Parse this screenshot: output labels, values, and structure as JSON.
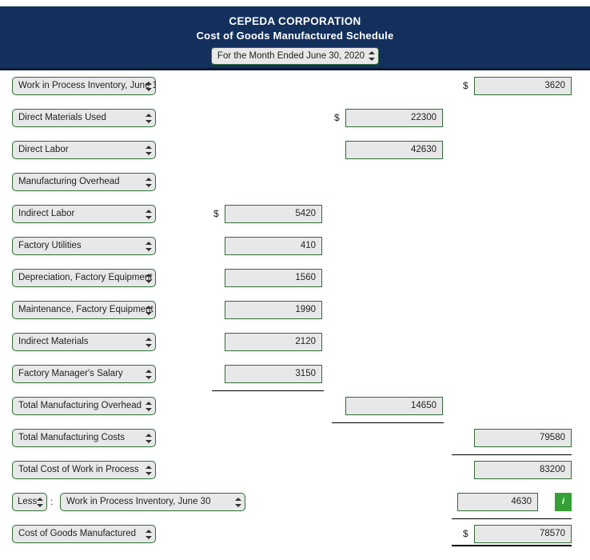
{
  "header": {
    "company": "CEPEDA CORPORATION",
    "schedule_title": "Cost of Goods Manufactured Schedule",
    "period": "For the Month Ended June 30, 2020",
    "bg_color": "#13305c"
  },
  "symbols": {
    "dollar": "$",
    "colon": ":",
    "info": "i"
  },
  "colors": {
    "field_border": "#2f6b34",
    "field_fill": "#e8e8e8",
    "badge_green": "#35a035",
    "rule": "#000000"
  },
  "rows": [
    {
      "label": "Work in Process Inventory, June 1",
      "value": "3620",
      "column": 3,
      "dollar": true
    },
    {
      "label": "Direct Materials Used",
      "value": "22300",
      "column": 2,
      "dollar": true
    },
    {
      "label": "Direct Labor",
      "value": "42630",
      "column": 2,
      "dollar": false
    },
    {
      "label": "Manufacturing Overhead",
      "value": "",
      "column": 0,
      "dollar": false
    },
    {
      "label": "Indirect Labor",
      "value": "5420",
      "column": 1,
      "dollar": true
    },
    {
      "label": "Factory Utilities",
      "value": "410",
      "column": 1,
      "dollar": false
    },
    {
      "label": "Depreciation, Factory Equipment",
      "value": "1560",
      "column": 1,
      "dollar": false
    },
    {
      "label": "Maintenance, Factory Equipment",
      "value": "1990",
      "column": 1,
      "dollar": false
    },
    {
      "label": "Indirect Materials",
      "value": "2120",
      "column": 1,
      "dollar": false
    },
    {
      "label": "Factory Manager's Salary",
      "value": "3150",
      "column": 1,
      "dollar": false
    },
    {
      "label": "Total Manufacturing Overhead",
      "value": "14650",
      "column": 2,
      "dollar": false
    },
    {
      "label": "Total Manufacturing Costs",
      "value": "79580",
      "column": 3,
      "dollar": false
    },
    {
      "label": "Total Cost of Work in Process",
      "value": "83200",
      "column": 3,
      "dollar": false
    },
    {
      "label": "Work in Process Inventory, June 30",
      "value": "4630",
      "column": 3,
      "dollar": false,
      "prefix": "Less",
      "badge": "i"
    },
    {
      "label": "Cost of Goods Manufactured",
      "value": "78570",
      "column": 3,
      "dollar": true
    }
  ]
}
